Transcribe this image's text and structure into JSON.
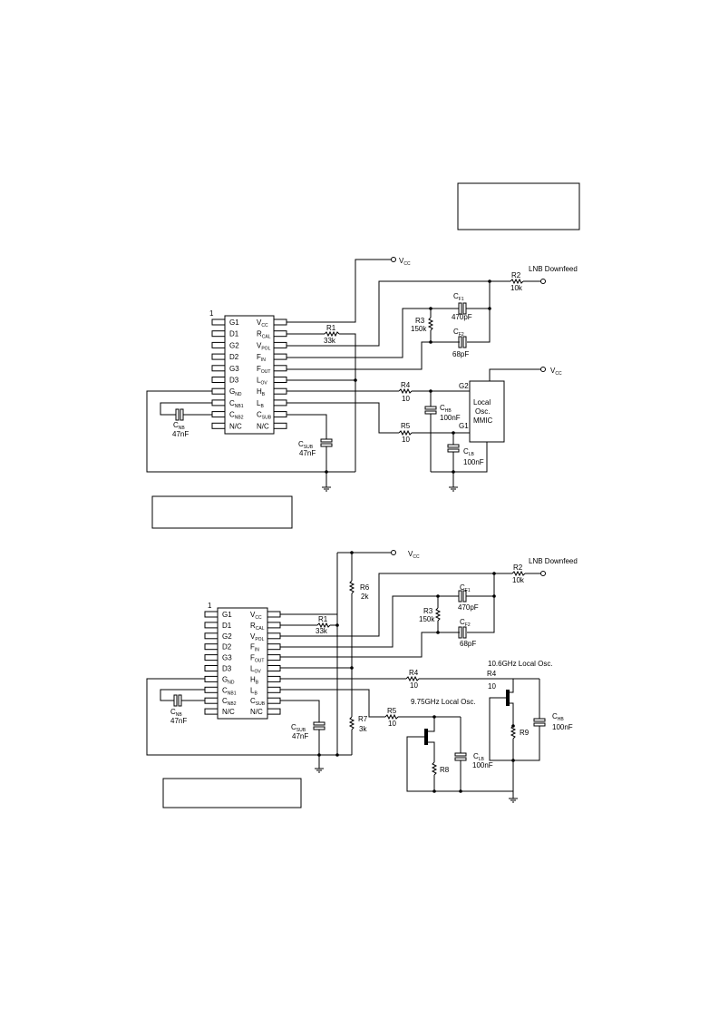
{
  "d1": {
    "vcc": "V",
    "vcc_sub": "CC",
    "lnb_label": "LNB Downfeed",
    "pin1": "1",
    "ic_left": [
      {
        "main": "G1",
        "sub": ""
      },
      {
        "main": "D1",
        "sub": ""
      },
      {
        "main": "G2",
        "sub": ""
      },
      {
        "main": "D2",
        "sub": ""
      },
      {
        "main": "G3",
        "sub": ""
      },
      {
        "main": "D3",
        "sub": ""
      },
      {
        "main": "G",
        "sub": "ND"
      },
      {
        "main": "C",
        "sub": "NB1"
      },
      {
        "main": "C",
        "sub": "NB2"
      },
      {
        "main": "N/C",
        "sub": ""
      }
    ],
    "ic_right": [
      {
        "main": "V",
        "sub": "CC"
      },
      {
        "main": "R",
        "sub": "CAL"
      },
      {
        "main": "V",
        "sub": "POL"
      },
      {
        "main": "F",
        "sub": "IN"
      },
      {
        "main": "F",
        "sub": "OUT"
      },
      {
        "main": "L",
        "sub": "OV"
      },
      {
        "main": "H",
        "sub": "B"
      },
      {
        "main": "L",
        "sub": "B"
      },
      {
        "main": "C",
        "sub": "SUB"
      },
      {
        "main": "N/C",
        "sub": ""
      }
    ],
    "r1": "R1",
    "r1_val": "33k",
    "r2": "R2",
    "r2_val": "10k",
    "r3": "R3",
    "r3_val": "150k",
    "r4": "R4",
    "r4_val": "10",
    "r5": "R5",
    "r5_val": "10",
    "cf1": "C",
    "cf1_sub": "F1",
    "cf1_val": "470pF",
    "cf2": "C",
    "cf2_sub": "F2",
    "cf2_val": "68pF",
    "chb": "C",
    "chb_sub": "HB",
    "chb_val": "100nF",
    "clb": "C",
    "clb_sub": "LB",
    "clb_val": "100nF",
    "cnb": "C",
    "cnb_sub": "NB",
    "cnb_val": "47nF",
    "csub": "C",
    "csub_sub": "SUB",
    "csub_val": "47nF",
    "g2": "G2",
    "g1": "G1",
    "osc1": "Local",
    "osc2": "Osc.",
    "osc3": "MMIC"
  },
  "d2": {
    "vcc": "V",
    "vcc_sub": "CC",
    "lnb_label": "LNB Downfeed",
    "pin1": "1",
    "r1": "R1",
    "r1_val": "33k",
    "r2": "R2",
    "r2_val": "10k",
    "r3": "R3",
    "r3_val": "150k",
    "r4": "R4",
    "r4_val": "10",
    "r4b": "R4",
    "r4b_val": "10",
    "r5": "R5",
    "r5_val": "10",
    "r6": "R6",
    "r6_val": "2k",
    "r7": "R7",
    "r7_val": "3k",
    "r8": "R8",
    "r9": "R9",
    "cf1": "C",
    "cf1_sub": "F1",
    "cf1_val": "470pF",
    "cf2": "C",
    "cf2_sub": "F2",
    "cf2_val": "68pF",
    "chb": "C",
    "chb_sub": "HB",
    "chb_val": "100nF",
    "clb": "C",
    "clb_sub": "LB",
    "clb_val": "100nF",
    "cnb": "C",
    "cnb_sub": "NB",
    "cnb_val": "47nF",
    "csub": "C",
    "csub_sub": "SUB",
    "csub_val": "47nF",
    "osc_hi": "10.6GHz Local Osc.",
    "osc_lo": "9.75GHz Local Osc."
  }
}
